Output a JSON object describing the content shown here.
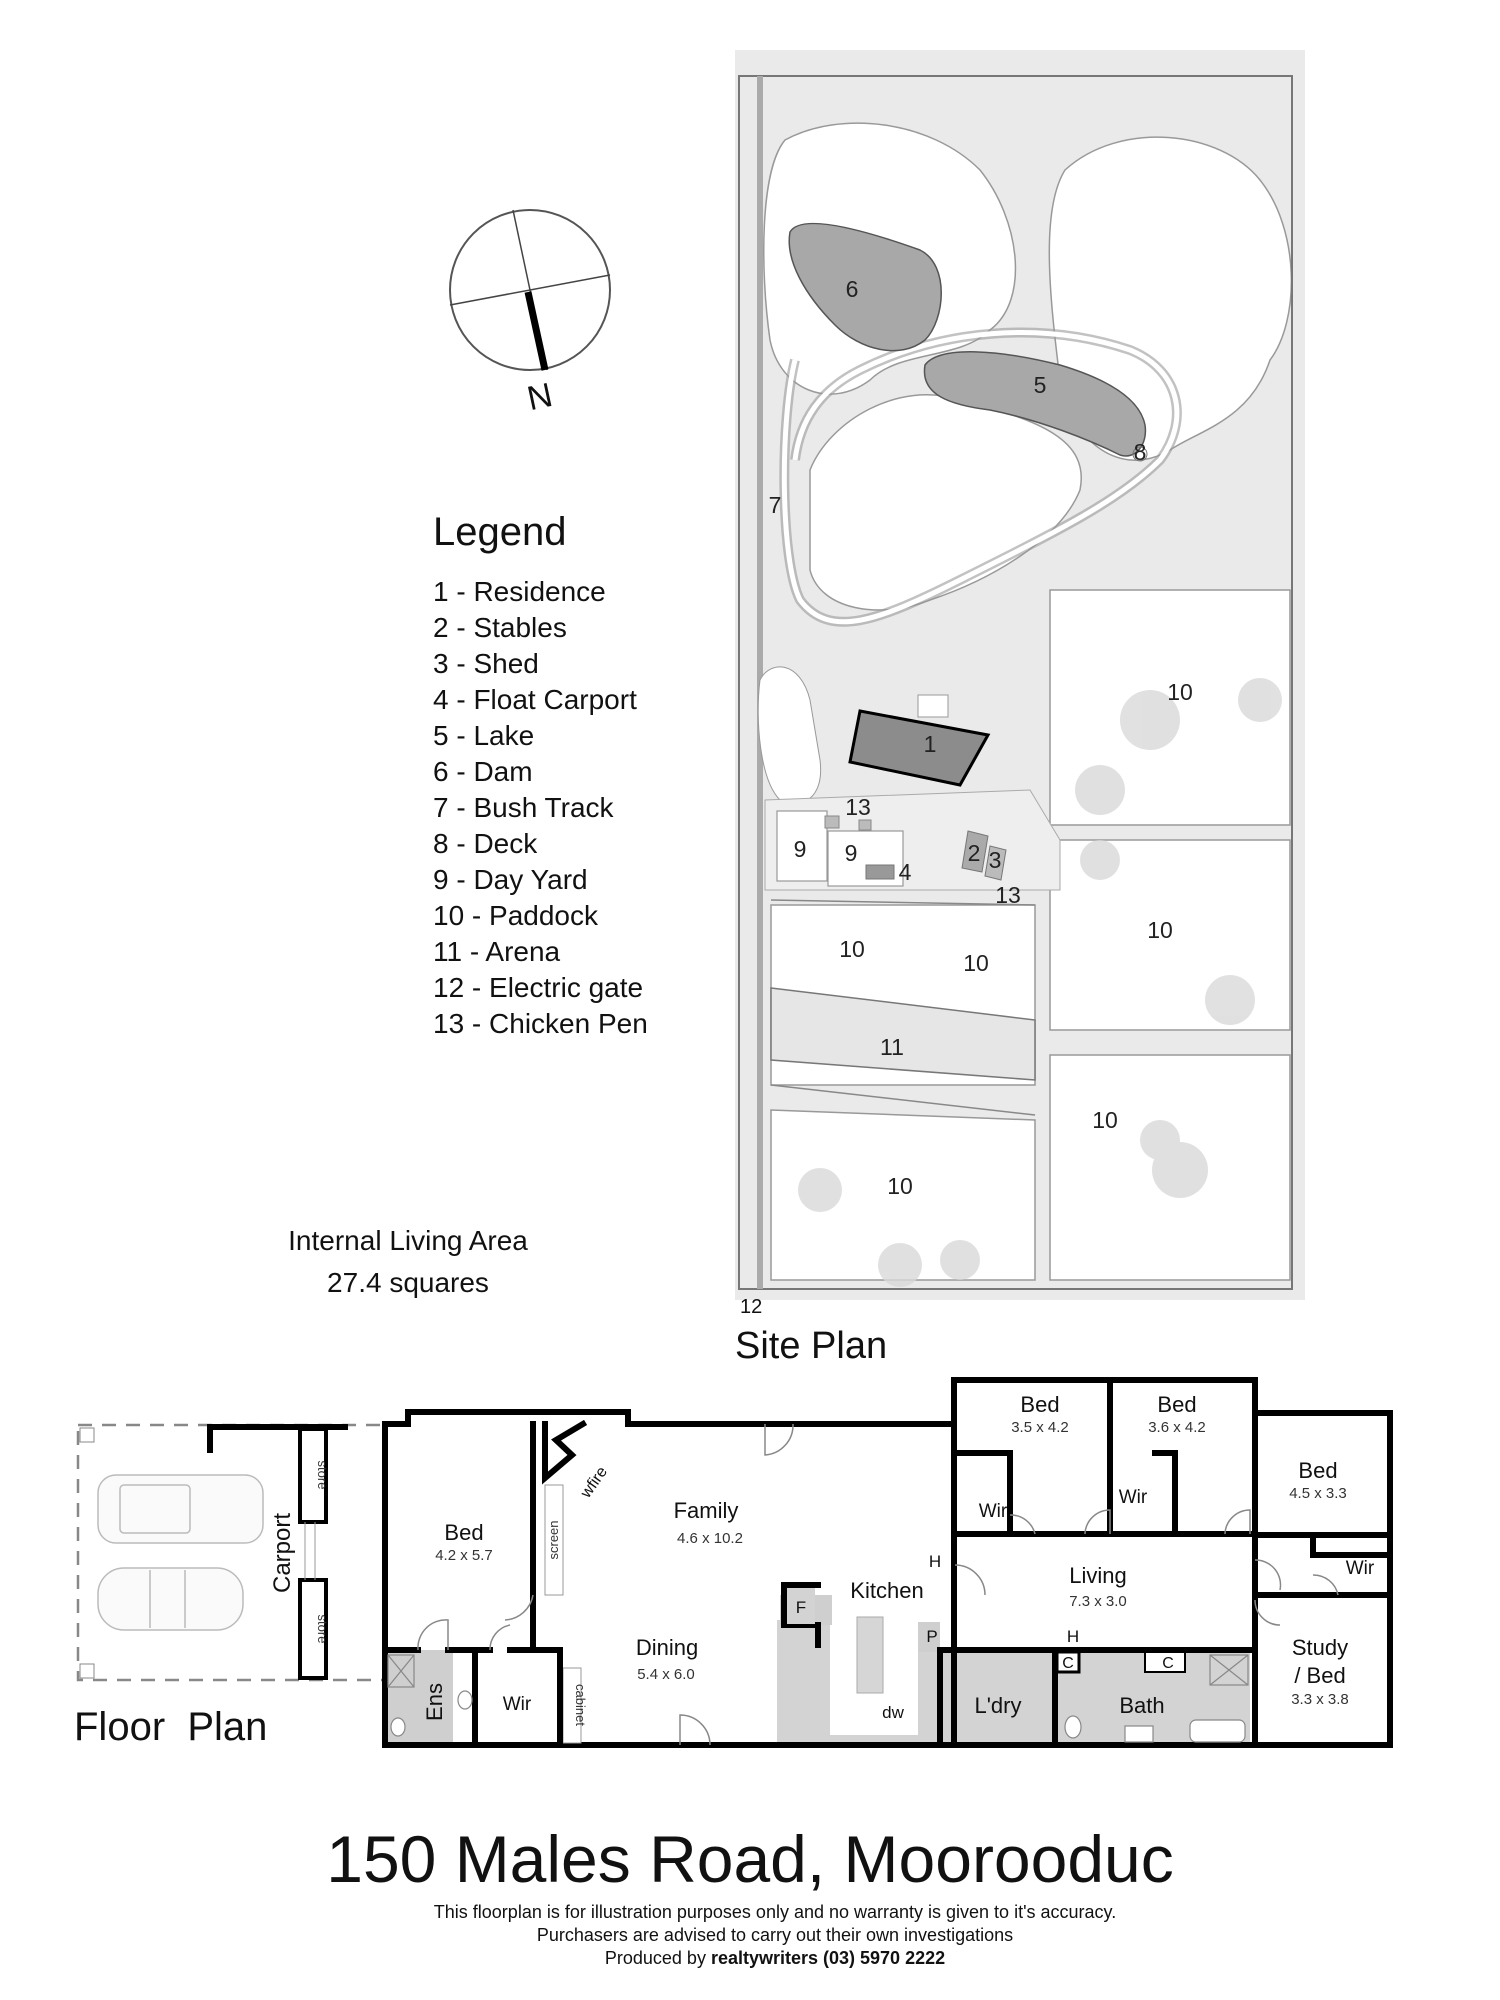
{
  "compass": {
    "north_label": "N"
  },
  "legend": {
    "title": "Legend",
    "items": [
      {
        "label": "1 - Residence"
      },
      {
        "label": "2 - Stables"
      },
      {
        "label": "3 - Shed"
      },
      {
        "label": "4 - Float Carport"
      },
      {
        "label": "5 - Lake"
      },
      {
        "label": "6 - Dam"
      },
      {
        "label": "7 - Bush Track"
      },
      {
        "label": "8 - Deck"
      },
      {
        "label": "9 - Day Yard"
      },
      {
        "label": "10 - Paddock"
      },
      {
        "label": "11 - Arena"
      },
      {
        "label": "12 - Electric gate"
      },
      {
        "label": "13 - Chicken Pen"
      }
    ]
  },
  "area": {
    "line1": "Internal Living Area",
    "line2": "27.4 squares"
  },
  "site_plan": {
    "title": "Site Plan",
    "markers": {
      "residence": "1",
      "stables": "2",
      "shed": "3",
      "float_carport": "4",
      "lake": "5",
      "dam": "6",
      "bush_track": "7",
      "deck": "8",
      "day_yard_a": "9",
      "day_yard_b": "9",
      "paddock_ne": "10",
      "paddock_e_mid": "10",
      "paddock_se": "10",
      "paddock_w_a": "10",
      "paddock_w_b": "10",
      "paddock_sw": "10",
      "arena": "11",
      "electric_gate": "12",
      "chicken_pen_a": "13",
      "chicken_pen_b": "13"
    }
  },
  "floor_plan": {
    "title": "Floor  Plan",
    "carport": {
      "label": "Carport",
      "store1": "store",
      "store2": "store"
    },
    "rooms": {
      "bed_main": {
        "name": "Bed",
        "dims": "4.2 x 5.7"
      },
      "family": {
        "name": "Family",
        "dims": "4.6 x 10.2"
      },
      "dining": {
        "name": "Dining",
        "dims": "5.4 x 6.0"
      },
      "kitchen": {
        "name": "Kitchen"
      },
      "bed2": {
        "name": "Bed",
        "dims": "3.5 x 4.2"
      },
      "bed3": {
        "name": "Bed",
        "dims": "3.6 x 4.2"
      },
      "bed4": {
        "name": "Bed",
        "dims": "4.5 x 3.3"
      },
      "living": {
        "name": "Living",
        "dims": "7.3 x 3.0"
      },
      "study": {
        "name1": "Study",
        "name2": "/ Bed",
        "dims": "3.3 x 3.8"
      },
      "laundry": {
        "name": "L'dry"
      },
      "bath": {
        "name": "Bath"
      },
      "ens": {
        "name": "Ens"
      },
      "wir_main": {
        "name": "Wir"
      },
      "wir2": {
        "name": "Wir"
      },
      "wir3": {
        "name": "Wir"
      },
      "wir4": {
        "name": "Wir"
      }
    },
    "fixtures": {
      "wfire": "wfire",
      "screen": "screen",
      "cabinet": "cabinet",
      "fridge": "F",
      "pantry": "P",
      "dishwasher": "dw",
      "heater1": "H",
      "heater2": "H",
      "cupboard1": "C",
      "cupboard2": "C"
    }
  },
  "footer": {
    "address": "150 Males Road, Moorooduc",
    "disclaimer1": "This floorplan is for illustration purposes only and no warranty is given to it's accuracy.",
    "disclaimer2": "Purchasers are advised to carry out their own investigations",
    "produced_prefix": "Produced by ",
    "producer": "realtywriters (03) 5970 2222"
  }
}
